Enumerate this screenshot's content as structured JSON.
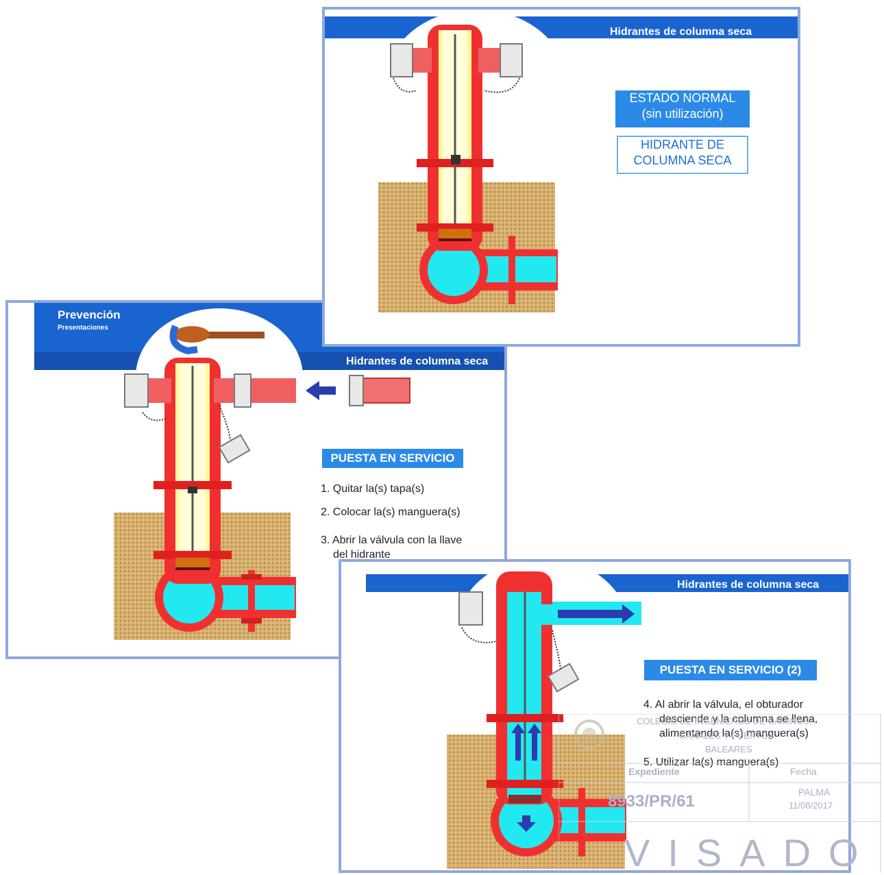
{
  "slide1": {
    "header": "Hidrantes de columna seca",
    "box_state_line1": "ESTADO NORMAL",
    "box_state_line2": "(sin utilización)",
    "box_type_line1": "HIDRANTE DE",
    "box_type_line2": "COLUMNA SECA"
  },
  "slide2": {
    "brand": "Prevención",
    "brand_sub": "Presentaciones",
    "header": "Hidrantes de columna seca",
    "section_title": "PUESTA EN SERVICIO",
    "steps": [
      "1. Quitar la(s) tapa(s)",
      "2. Colocar la(s) manguera(s)",
      "3. Abrir la válvula con la llave",
      "del hidrante"
    ]
  },
  "slide3": {
    "header": "Hidrantes de columna seca",
    "section_title": "PUESTA EN SERVICIO (2)",
    "step4_line1": "4. Al abrir la válvula, el obturador",
    "step4_line2": "desciende y la columna se llena,",
    "step4_line3": "alimentando la(s) manguera(s)",
    "step5": "5. Utilizar la(s) manguera(s)"
  },
  "stamp": {
    "org_line1": "COLEGIO DE INGENIEROS DE CAMINOS,",
    "org_line2": "CANALES Y PUERTOS.",
    "org_line3": "BALEARES",
    "expediente_label": "Expediente",
    "fecha_label": "Fecha",
    "expediente": "8933/PR/61",
    "city": "PALMA",
    "date": "11/08/2017",
    "visado": "VISADO"
  },
  "colors": {
    "accent": "#1a5fc8",
    "hydrant": "#f03030",
    "water": "#22e8f0",
    "soil": "#d8b070"
  }
}
